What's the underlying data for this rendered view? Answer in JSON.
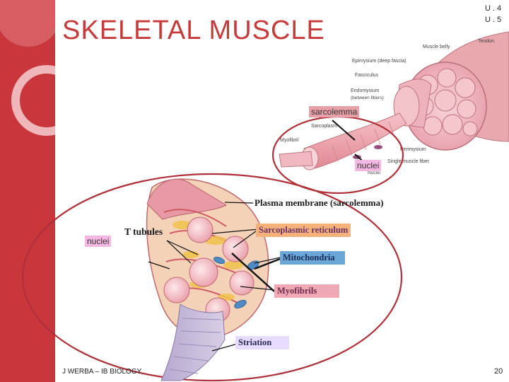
{
  "slide": {
    "title": "SKELETAL MUSCLE",
    "codes": [
      "U.4",
      "U.5"
    ],
    "footer": "J WERBA – IB BIOLOGY",
    "page_number": "20"
  },
  "colors": {
    "sidebar": "#c9373d",
    "title": "#c73a3a",
    "ellipse": "#b0303a",
    "sarcolemma_tag": "#e8a0a8",
    "nuclei_tag": "#f4b8e2",
    "sarcoplasmic_tag": "#f4b27a",
    "mitochondria_tag": "#6aa6d8",
    "myofibrils_tag": "#f0a8b4",
    "striation_tag": "#e7dcff"
  },
  "top_diagram": {
    "labels": {
      "tendon": "Tendon",
      "muscle_belly": "Muscle belly",
      "epimysium": "Epimysium (deep fascia)",
      "fasciculus": "Fasciculus",
      "endomysium": "Endomysium",
      "endomysium_sub": "(between fibers)",
      "sarcoplasm": "Sarcoplasm",
      "myofibril": "Myofibril",
      "perimysium": "Perimysium",
      "muscle_fiber": "Single muscle fiber",
      "nuclei_small": "Nuclei"
    },
    "tags": {
      "sarcolemma": "sarcolemma",
      "nuclei": "nuclei"
    }
  },
  "bottom_diagram": {
    "labels": {
      "plasma_membrane": "Plasma membrane (sarcolemma)",
      "t_tubules": "T tubules",
      "sarcoplasmic_reticulum": "Sarcoplasmic reticulum",
      "mitochondria": "Mitochondria",
      "myofibrils": "Myofibrils",
      "striation": "Striation"
    },
    "tags": {
      "nuclei": "nuclei"
    }
  }
}
